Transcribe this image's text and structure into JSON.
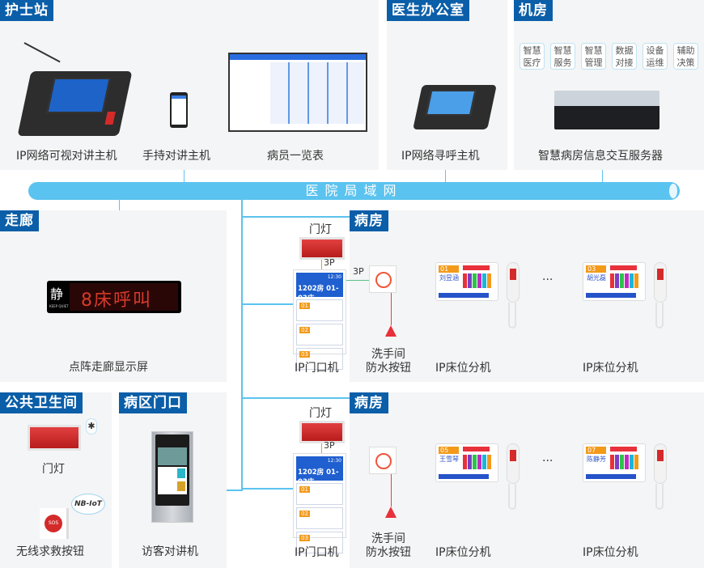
{
  "network": {
    "label": "医院局域网",
    "color": "#5bc3ef"
  },
  "nurse_station": {
    "title": "护士站",
    "devices": [
      "IP网络可视对讲主机",
      "手持对讲主机",
      "病员一览表"
    ]
  },
  "doctor_office": {
    "title": "医生办公室",
    "devices": [
      "IP网络寻呼主机"
    ]
  },
  "server_room": {
    "title": "机房",
    "functions": [
      "智慧医疗",
      "智慧服务",
      "智慧管理",
      "数据对接",
      "设备运维",
      "辅助决策"
    ],
    "device": "智慧病房信息交互服务器"
  },
  "corridor": {
    "title": "走廊",
    "display_icon_text": "静",
    "display_sub": "KEEP QUIET",
    "display_text": "8床呼叫",
    "device": "点阵走廊显示屏"
  },
  "public_toilet": {
    "title": "公共卫生间",
    "door_light": "门灯",
    "nb_iot": "NB-IoT",
    "sos_label": "SOS",
    "sos_button": "无线求救按钮"
  },
  "ward_entrance": {
    "title": "病区门口",
    "device": "访客对讲机"
  },
  "wards": [
    {
      "title": "病房",
      "door_light": "门灯",
      "wire_door": "3P",
      "wire_button": "3P",
      "door_unit": {
        "time": "12:30",
        "room": "1202房 01-03床",
        "beds": [
          "01",
          "02",
          "03"
        ],
        "label": "IP门口机"
      },
      "button_label_1": "洗手间",
      "button_label_2": "防水按钮",
      "bed_units": [
        {
          "num": "01",
          "name": "刘昱涵",
          "label": "IP床位分机"
        },
        {
          "num": "03",
          "name": "胡光磊",
          "label": "IP床位分机"
        }
      ],
      "ellipsis": "···"
    },
    {
      "title": "病房",
      "door_light": "门灯",
      "wire_door": "3P",
      "door_unit": {
        "time": "12:30",
        "room": "1202房 01-03床",
        "beds": [
          "01",
          "02",
          "03"
        ],
        "label": "IP门口机"
      },
      "button_label_1": "洗手间",
      "button_label_2": "防水按钮",
      "bed_units": [
        {
          "num": "05",
          "name": "王雪琴",
          "label": "IP床位分机"
        },
        {
          "num": "07",
          "name": "陈静芳",
          "label": "IP床位分机"
        }
      ],
      "ellipsis": "···"
    }
  ]
}
